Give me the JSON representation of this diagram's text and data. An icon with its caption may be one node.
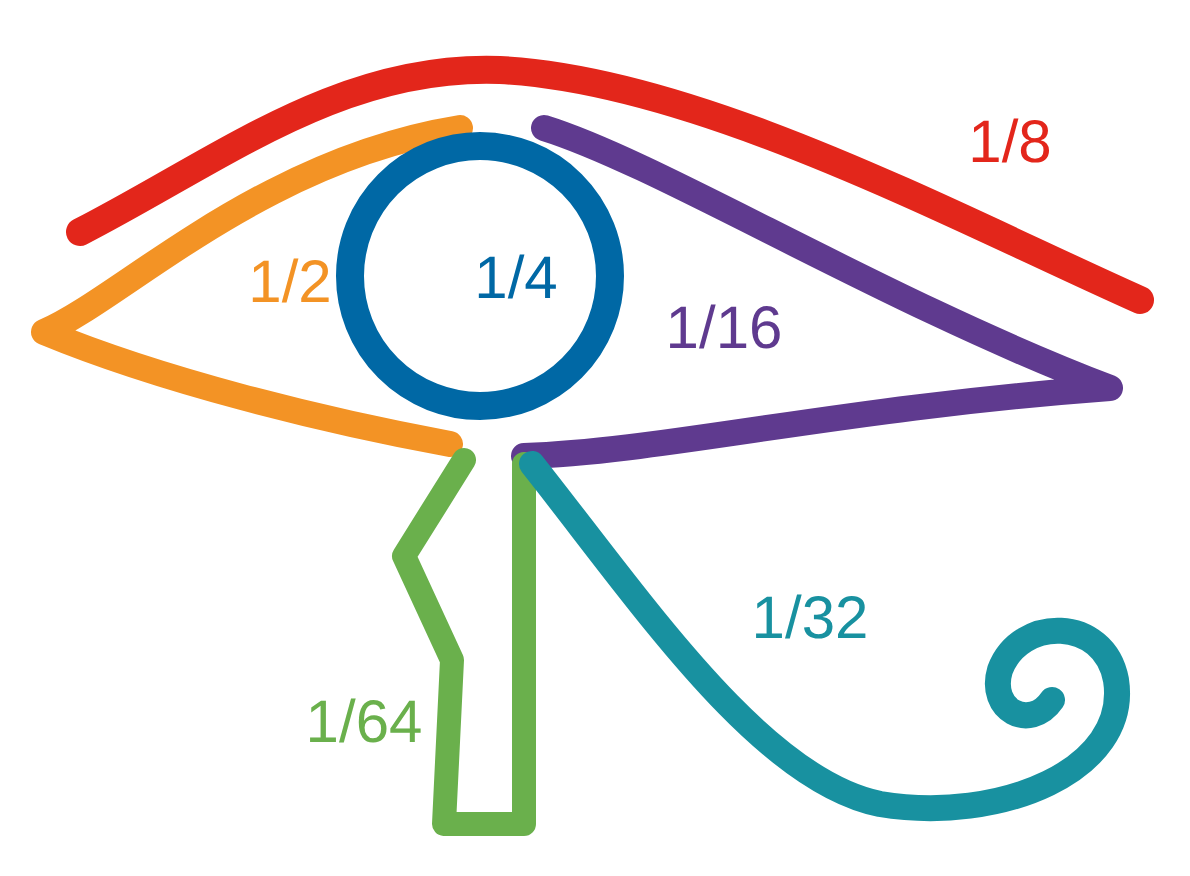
{
  "diagram": {
    "labels": [
      "1/8",
      "1/2",
      "1/4",
      "1/16",
      "1/32",
      "1/64"
    ]
  }
}
